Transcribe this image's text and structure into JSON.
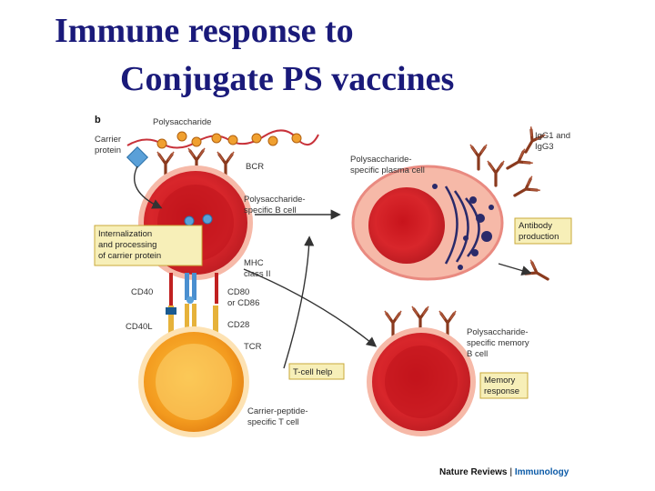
{
  "title": {
    "line1": "Immune response to",
    "line2": "Conjugate PS vaccines"
  },
  "figure": {
    "panel_letter": "b",
    "labels": {
      "polysaccharide": "Polysaccharide",
      "carrier_protein_1": "Carrier",
      "carrier_protein_2": "protein",
      "bcr": "BCR",
      "ps_b_cell_1": "Polysaccharide-",
      "ps_b_cell_2": "specific B cell",
      "mhc_1": "MHC",
      "mhc_2": "class II",
      "cd40": "CD40",
      "cd80_1": "CD80",
      "cd80_2": "or CD86",
      "cd40l": "CD40L",
      "cd28": "CD28",
      "tcr": "TCR",
      "t_cell_1": "Carrier-peptide-",
      "t_cell_2": "specific T cell",
      "plasma_1": "Polysaccharide-",
      "plasma_2": "specific plasma cell",
      "igg_1": "IgG1 and",
      "igg_2": "IgG3",
      "memory_1": "Polysaccharide-",
      "memory_2": "specific memory",
      "memory_3": "B cell"
    },
    "boxes": {
      "internalization_1": "Internalization",
      "internalization_2": "and processing",
      "internalization_3": "of carrier protein",
      "t_cell_help": "T-cell help",
      "antibody_1": "Antibody",
      "antibody_2": "production",
      "memory_resp_1": "Memory",
      "memory_resp_2": "response"
    },
    "credit_source": "Nature Reviews",
    "credit_sep": " | ",
    "credit_journal": "Immunology"
  },
  "colors": {
    "title": "#1a1a7a",
    "cell_red": "#d8262b",
    "cell_light": "#f6b9a8",
    "t_cell_orange": "#f39a1e",
    "t_cell_light": "#fde2b3",
    "box_fill": "#f7efb8",
    "box_stroke": "#c9a93a",
    "antibody": "#8a3a1e",
    "antigen_blue": "#4a8fd0",
    "credit_blue": "#0b5aa7"
  }
}
